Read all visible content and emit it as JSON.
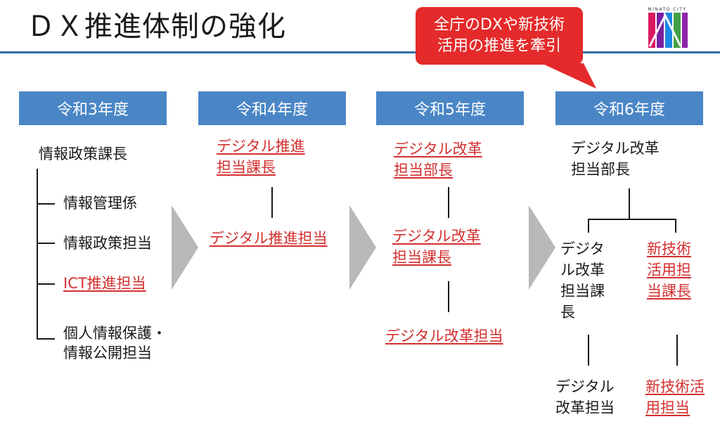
{
  "title": "ＤＸ推進体制の強化",
  "callout": {
    "line1": "全庁のDXや新技術",
    "line2": "活用の推進を牽引"
  },
  "logo_text": "MINATO CITY",
  "colors": {
    "header_blue": "#4a86c6",
    "accent_red": "#d32f2f",
    "callout_red": "#e42a2a",
    "rule_blue": "#2f6fa8",
    "arrow_gray": "#b8b8b8"
  },
  "years": [
    "令和3年度",
    "令和4年度",
    "令和5年度",
    "令和6年度"
  ],
  "r3": {
    "head": "情報政策課長",
    "children": [
      "情報管理係",
      "情報政策担当",
      "ICT推進担当",
      "個人情報保護・",
      "情報公開担当"
    ]
  },
  "r4": {
    "head_line1": "デジタル推進",
    "head_line2": "担当課長",
    "child": "デジタル推進担当"
  },
  "r5": {
    "head_line1": "デジタル改革",
    "head_line2": "担当部長",
    "mid_line1": "デジタル改革",
    "mid_line2": "担当課長",
    "child": "デジタル改革担当"
  },
  "r6": {
    "head_line1": "デジタル改革",
    "head_line2": "担当部長",
    "left_lines": [
      "デジタ",
      "ル改革",
      "担当課",
      "長"
    ],
    "right_lines": [
      "新技術",
      "活用担",
      "当課長"
    ],
    "left_child_lines": [
      "デジタル",
      "改革担当"
    ],
    "right_child_lines": [
      "新技術活",
      "用担当"
    ]
  }
}
